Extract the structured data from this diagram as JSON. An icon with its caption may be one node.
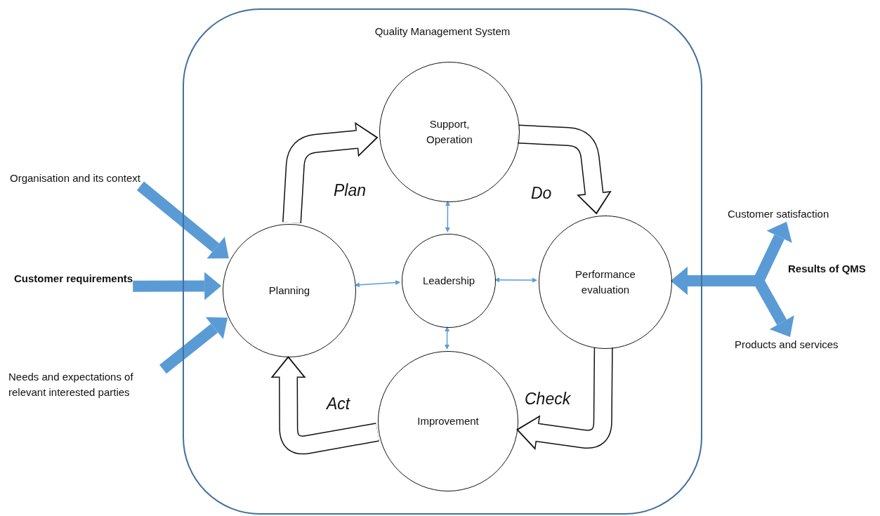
{
  "diagram": {
    "nodes": [
      {
        "text": [
          "Quality Management System"
        ]
      },
      {
        "text": [
          "Support, Operation"
        ],
        "in": 0
      },
      {
        "text": [
          "Planning"
        ],
        "in": 0
      },
      {
        "text": [
          "Leadership"
        ],
        "in": 0
      },
      {
        "text": [
          "Performance evaluation"
        ],
        "in": 0
      },
      {
        "text": [
          "Improvement"
        ],
        "in": 0
      },
      {
        "text": [
          "Organisation and its context"
        ]
      },
      {
        "text": [
          "Customer requirements"
        ]
      },
      {
        "text": [
          "Needs and expectations of relevant interested parties"
        ]
      },
      {
        "text": [
          "Customer satisfaction"
        ]
      },
      {
        "text": [
          "Products and services"
        ]
      }
    ],
    "edges": [
      {
        "from": 2,
        "to": 1,
        "arrow": "to",
        "label": "Plan",
        "color": "#111111"
      },
      {
        "from": 1,
        "to": 4,
        "arrow": "to",
        "label": "Do",
        "color": "#111111"
      },
      {
        "from": 4,
        "to": 5,
        "arrow": "to",
        "label": "Check",
        "color": "#111111"
      },
      {
        "from": 5,
        "to": 2,
        "arrow": "to",
        "label": "Act",
        "color": "#111111"
      },
      {
        "from": 3,
        "to": 1,
        "arrow": "both"
      },
      {
        "from": 3,
        "to": 2,
        "arrow": "both"
      },
      {
        "from": 3,
        "to": 4,
        "arrow": "both"
      },
      {
        "from": 3,
        "to": 5,
        "arrow": "both"
      },
      {
        "from": 6,
        "to": 2,
        "arrow": "to"
      },
      {
        "from": 7,
        "to": 2,
        "arrow": "to"
      },
      {
        "from": 8,
        "to": 2,
        "arrow": "to"
      },
      {
        "from": 4,
        "to": 9,
        "arrow": "both"
      },
      {
        "from": 4,
        "to": 10,
        "arrow": "both"
      }
    ],
    "labels": [
      "Results of QMS"
    ]
  }
}
